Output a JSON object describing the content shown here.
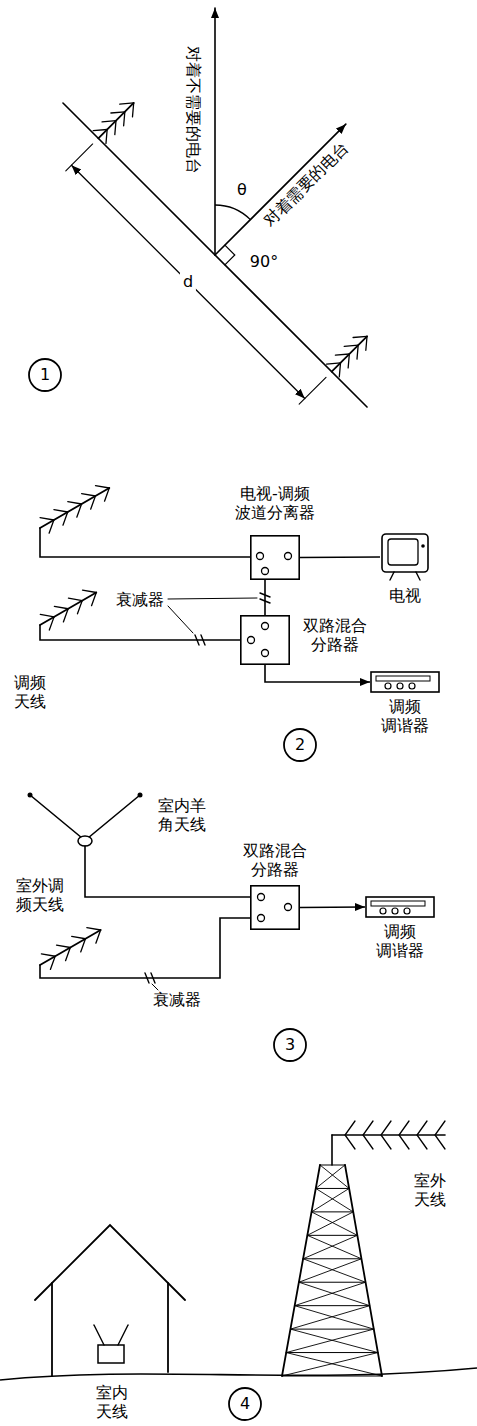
{
  "diagram": {
    "nodes": [
      {
        "text": [
          "电视-调频 波道分离器"
        ]
      },
      {
        "text": [
          "电视"
        ]
      },
      {
        "text": [
          "双路混合 分路器"
        ]
      },
      {
        "text": [
          "调频 调谐器"
        ]
      },
      {
        "text": [
          "双路混合 分路器"
        ]
      },
      {
        "text": [
          "调频 调谐器"
        ]
      }
    ],
    "edges": [
      {
        "from": 0,
        "to": 1,
        "arrow": "none"
      },
      {
        "from": 0,
        "to": 2,
        "arrow": "none"
      },
      {
        "from": 2,
        "to": 3,
        "arrow": "to"
      },
      {
        "from": 4,
        "to": 5,
        "arrow": "to"
      }
    ],
    "labels": [
      "对着不需要的电台",
      "对着需要的电台",
      "θ",
      "d",
      "90°",
      "1",
      "衰减器",
      "调频 天线",
      "2",
      "室内羊 角天线",
      "室外调 频天线",
      "衰减器",
      "3",
      "室外 天线",
      "室内 天线",
      "4"
    ]
  }
}
